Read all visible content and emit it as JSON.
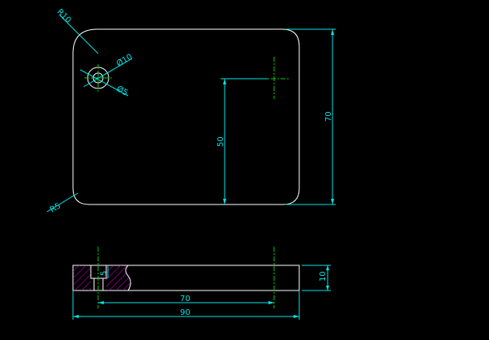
{
  "drawing": {
    "dimensions": {
      "r10": "R10",
      "r5": "R5",
      "d10": "Ø10",
      "d5": "Ø5",
      "d50": "50",
      "d70_side": "70",
      "d5_depth": "5",
      "d10_thick": "10",
      "d70_holes": "70",
      "d90": "90"
    },
    "colors": {
      "background": "#000000",
      "outline": "#ffffff",
      "dimension": "#00e5e5",
      "centerline": "#00cc00",
      "hatch": "#cc00cc"
    }
  }
}
